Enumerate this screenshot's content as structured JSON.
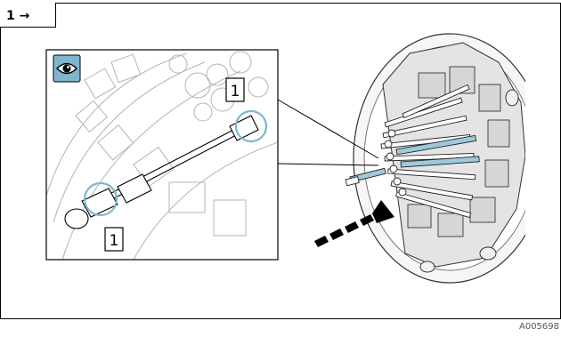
{
  "step": {
    "number": "1",
    "arrow": "→"
  },
  "eye_icon": "eye-icon",
  "callouts": [
    "1",
    "1"
  ],
  "figure_id": "A005698",
  "colors": {
    "highlight_blue": "#9cc9dc",
    "icon_fill": "#7fb5cf",
    "line": "#000000",
    "detail_line": "#9a9a9a",
    "hatch": "#cfcfcf"
  }
}
